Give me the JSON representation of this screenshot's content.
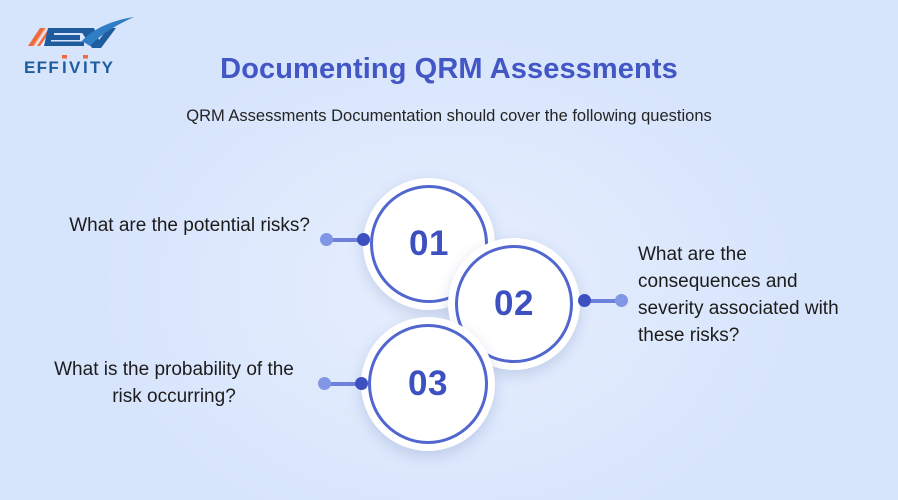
{
  "brand": {
    "logo_mark": "ev-monogram-icon",
    "wordmark": "EFFIVITY",
    "mark_color": "#1f5c9e",
    "accent_color": "#ef6a3d"
  },
  "header": {
    "title": "Documenting QRM Assessments",
    "subtitle": "QRM Assessments Documentation should cover the following questions",
    "title_color": "#4356c6",
    "subtitle_color": "#242424"
  },
  "canvas": {
    "background_color": "#d6e4fc"
  },
  "steps": [
    {
      "number": "01",
      "text": "What are the potential risks?",
      "side": "left"
    },
    {
      "number": "02",
      "text": "What are the consequences and severity associated with these risks?",
      "side": "right"
    },
    {
      "number": "03",
      "text": "What is the probability of the risk occurring?",
      "side": "left"
    }
  ],
  "style": {
    "circle_fill": "#ffffff",
    "circle_ring_color": "#5266cf",
    "number_color": "#3d50bf",
    "connector_line_color": "#6d81dc",
    "connector_dot_light": "#8196e4",
    "connector_dot_dark": "#3d50bf"
  }
}
